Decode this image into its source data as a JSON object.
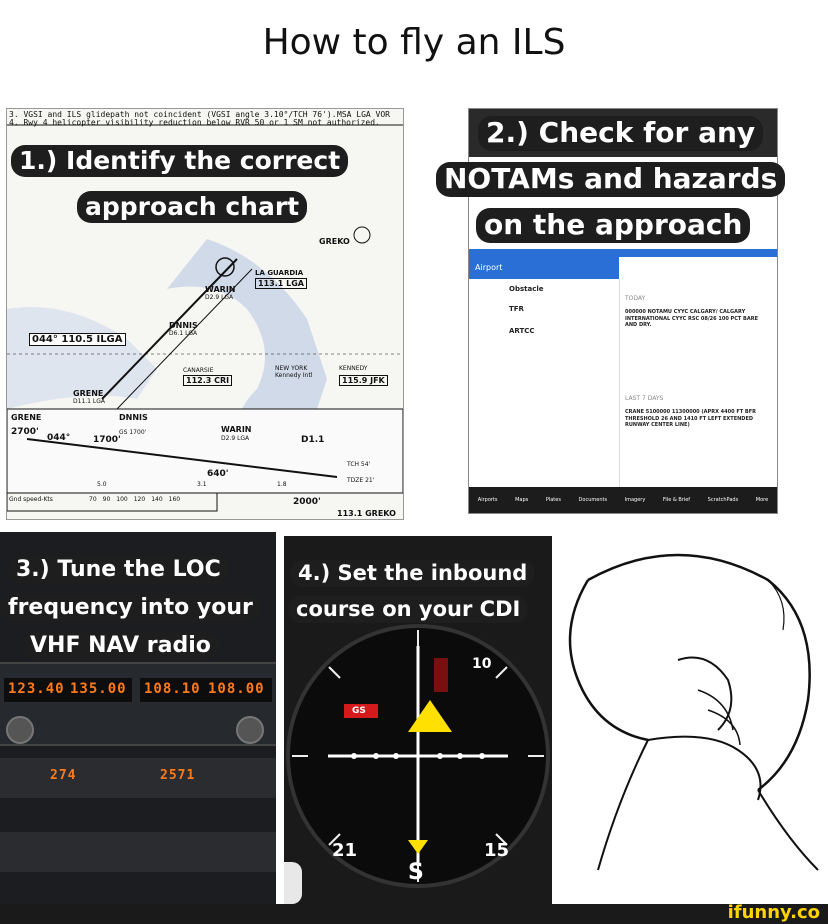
{
  "page": {
    "title": "How to fly an ILS",
    "watermark": "ifunny.co"
  },
  "panels": {
    "step1": {
      "caption_line1": "1.) Identify the correct",
      "caption_line2": "approach chart",
      "chart": {
        "header_note1": "3. VGSI and ILS glidepath not coincident (VGSI angle 3.10°/TCH 76').",
        "header_note2": "4. Rwy 4 helicopter visibility reduction below RVR 50 or 1 SM not authorized.",
        "msa": "MSA LGA VOR",
        "loc_freq": "044° 110.5 ILGA",
        "laguardia": "LA GUARDIA",
        "lga_freq": "113.1 LGA",
        "warin": "WARIN",
        "warin_sub": "D2.9 LGA",
        "dnnis": "DNNIS",
        "dnnis_sub": "D6.1 LGA",
        "greko": "GREKO",
        "grene": "GRENE",
        "grene_sub": "D11.1 LGA",
        "canarsie": "CANARSIE",
        "cri_freq": "112.3 CRI",
        "kennedy": "KENNEDY",
        "jfk_freq": "115.9 JFK",
        "new_york": "NEW YORK",
        "kennedy_intl": "Kennedy Intl",
        "profile_2700": "2700'",
        "profile_1700": "1700'",
        "profile_640": "640'",
        "profile_044": "044°",
        "d11": "D1.1",
        "tch": "TCH 54'",
        "tdze": "TDZE 21'",
        "gs": "GS 1700'",
        "gnd_speed": "Gnd speed-Kts",
        "speeds": [
          "70",
          "90",
          "100",
          "120",
          "140",
          "160"
        ],
        "alt_2000": "2000'",
        "lga_2": "113.1 GREKO",
        "d29": "D2.9 LGA",
        "elev_5": "5.0",
        "elev_31": "3.1",
        "elev_18": "1.8"
      }
    },
    "step2": {
      "caption_line1": "2.) Check for any",
      "caption_line2": "NOTAMs and hazards",
      "caption_line3": "on the approach",
      "app": {
        "airport_label": "Airport",
        "obstacle_label": "Obstacle",
        "tfr_label": "TFR",
        "artcc_label": "ARTCC",
        "today_label": "TODAY",
        "last_label": "LAST 7 DAYS",
        "notam1": "000000 NOTAMU CYYC CALGARY/ CALGARY INTERNATIONAL CYYC RSC 08/26 100 PCT BARE AND DRY.",
        "notam2": "CRANE 5100000 11300000 (APRX 4400 FT BFR THRESHOLD 26 AND 1410 FT LEFT EXTENDED RUNWAY CENTER LINE)",
        "dock": [
          "Airports",
          "Maps",
          "Plates",
          "Documents",
          "Imagery",
          "File & Brief",
          "ScratchPads",
          "More"
        ]
      }
    },
    "step3": {
      "caption_line1": "3.) Tune the LOC",
      "caption_line2": "frequency into your",
      "caption_line3": "VHF NAV radio",
      "radio": {
        "com_active": "123.40",
        "com_standby": "135.00",
        "nav_active": "108.10",
        "nav_standby": "108.00",
        "adf": "274",
        "xpdr": "2571"
      }
    },
    "step4": {
      "caption_line1": "4.) Set the inbound",
      "caption_line2": "course on your CDI",
      "cdi": {
        "heading_top": "10",
        "heading_bottom": "S",
        "heading_left": "21",
        "heading_right": "15",
        "flag": "GS"
      }
    }
  },
  "colors": {
    "caption_bg": "#1e1e1e",
    "led": "#ff7a1a",
    "app_blue": "#2a6fd6",
    "cdi_yellow": "#ffe000",
    "flag_red": "#d41a1a"
  }
}
